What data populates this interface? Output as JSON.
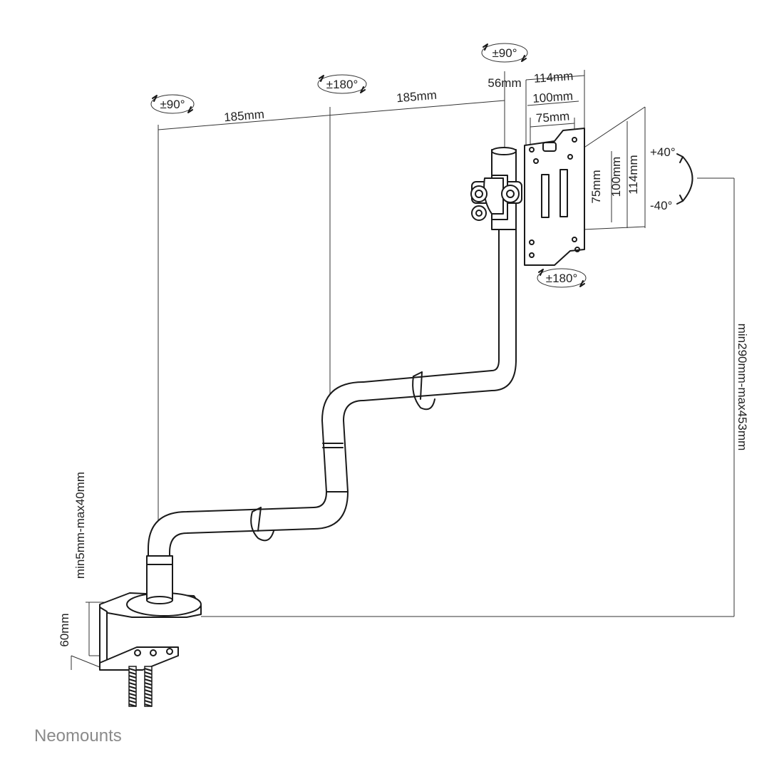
{
  "brand": "Neomounts",
  "rotations": {
    "base_swivel": "±90°",
    "mid_swivel": "±180°",
    "head_swivel": "±90°",
    "plate_rotate": "±180°",
    "tilt_up": "+40°",
    "tilt_down": "-40°"
  },
  "dimensions": {
    "arm1_length": "185mm",
    "arm2_length": "185mm",
    "head_offset": "56mm",
    "vesa_w_114": "114mm",
    "vesa_w_100": "100mm",
    "vesa_w_75": "75mm",
    "vesa_h_75": "75mm",
    "vesa_h_100": "100mm",
    "vesa_h_114": "114mm",
    "height_range": "min290mm-max453mm",
    "desk_thickness": "min5mm-max40mm",
    "clamp_depth": "60mm"
  }
}
